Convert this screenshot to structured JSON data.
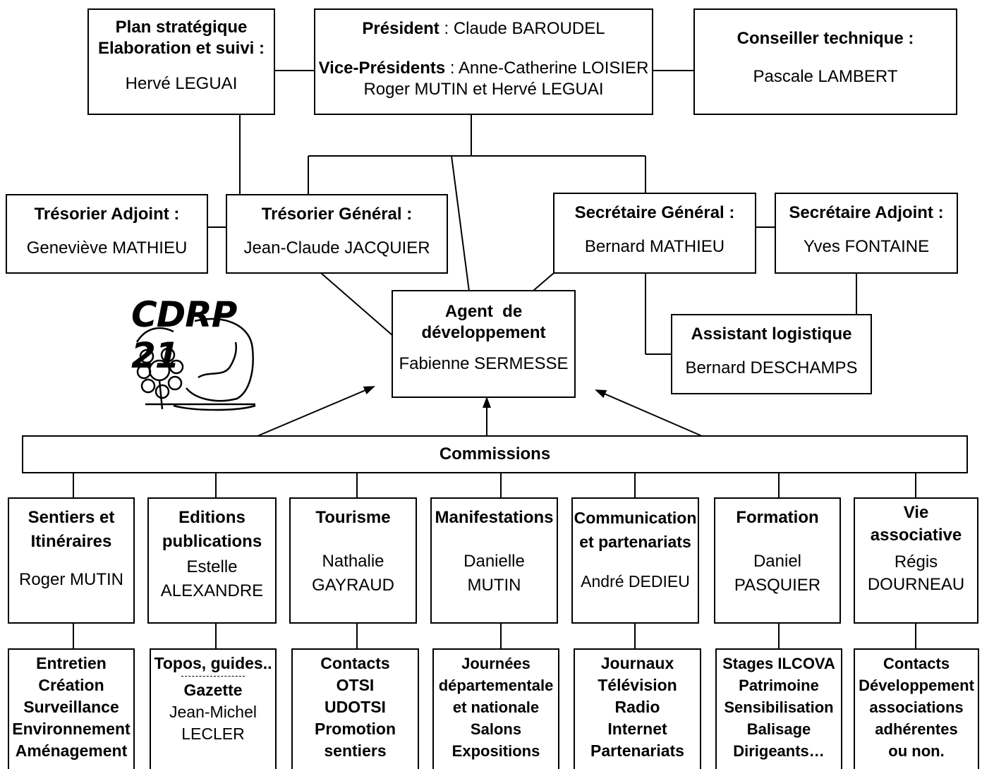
{
  "plan": {
    "title1": "Plan stratégique",
    "title2": "Elaboration et suivi :",
    "name": "Hervé LEGUAI"
  },
  "president": {
    "label": "Président",
    "sep": " : ",
    "name": "Claude BAROUDEL",
    "vp_label": "Vice-Présidents",
    "vp_sep": " : ",
    "vp_name1": "Anne-Catherine LOISIER",
    "vp_name2": "Roger MUTIN et Hervé LEGUAI"
  },
  "conseiller": {
    "title": "Conseiller technique :",
    "name": "Pascale LAMBERT"
  },
  "tresorier_adjoint": {
    "title": "Trésorier Adjoint :",
    "name": "Geneviève MATHIEU"
  },
  "tresorier_general": {
    "title": "Trésorier Général :",
    "name": "Jean-Claude JACQUIER"
  },
  "secretaire_general": {
    "title": "Secrétaire Général :",
    "name": "Bernard MATHIEU"
  },
  "secretaire_adjoint": {
    "title": "Secrétaire Adjoint :",
    "name": "Yves FONTAINE"
  },
  "agent": {
    "title1": "Agent  de",
    "title2": "développement",
    "name": "Fabienne SERMESSE"
  },
  "assistant": {
    "title": "Assistant logistique",
    "name": "Bernard DESCHAMPS"
  },
  "logo": {
    "text": "CDRP 21"
  },
  "commissions": {
    "title": "Commissions"
  },
  "commission_list": [
    {
      "title": [
        "Sentiers et",
        "Itinéraires"
      ],
      "name": [
        "Roger MUTIN"
      ]
    },
    {
      "title": [
        "Editions",
        "publications"
      ],
      "name": [
        "Estelle",
        "ALEXANDRE"
      ]
    },
    {
      "title": [
        "Tourisme"
      ],
      "name": [
        "Nathalie",
        "GAYRAUD"
      ]
    },
    {
      "title": [
        "Manifestations"
      ],
      "name": [
        "Danielle",
        "MUTIN"
      ]
    },
    {
      "title": [
        "Communication",
        "et partenariats"
      ],
      "name": [
        "André DEDIEU"
      ]
    },
    {
      "title": [
        "Formation"
      ],
      "name": [
        "Daniel",
        "PASQUIER"
      ]
    },
    {
      "title": [
        "Vie",
        "associative"
      ],
      "name": [
        "Régis",
        "DOURNEAU"
      ]
    }
  ],
  "tasks": [
    {
      "bold": [
        "Entretien",
        "Création",
        "Surveillance",
        "Environnement",
        "Aménagement"
      ]
    },
    {
      "bold": [
        "Topos, guides..",
        "Gazette"
      ],
      "normal": [
        "Jean-Michel",
        "LECLER"
      ]
    },
    {
      "bold": [
        "Contacts",
        "OTSI",
        "UDOTSI",
        "Promotion",
        "sentiers"
      ]
    },
    {
      "bold": [
        "Journées",
        "départementale",
        "et nationale",
        "Salons",
        "Expositions"
      ]
    },
    {
      "bold": [
        "Journaux",
        "Télévision",
        "Radio",
        "Internet",
        "Partenariats"
      ]
    },
    {
      "bold": [
        "Stages ILCOVA",
        "Patrimoine",
        "Sensibilisation",
        "Balisage",
        "Dirigeants…"
      ]
    },
    {
      "bold": [
        "Contacts",
        "Développement",
        "associations",
        "adhérentes",
        "ou non."
      ]
    }
  ]
}
